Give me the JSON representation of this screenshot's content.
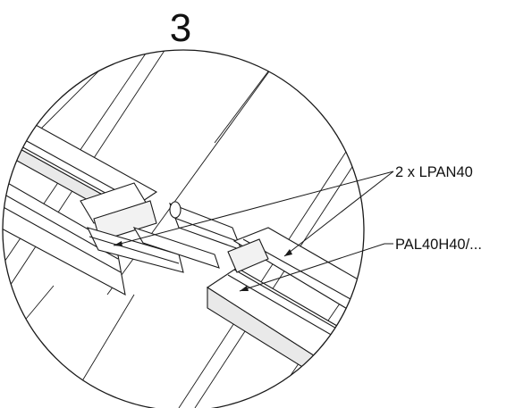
{
  "step": {
    "number": "3"
  },
  "callouts": [
    {
      "id": "lpan",
      "label": "2 x LPAN40"
    },
    {
      "id": "pal",
      "label": "PAL40H40/..."
    }
  ],
  "colors": {
    "line": "#1a1a1a",
    "background": "#ffffff",
    "shade": "#d6d6d6"
  }
}
